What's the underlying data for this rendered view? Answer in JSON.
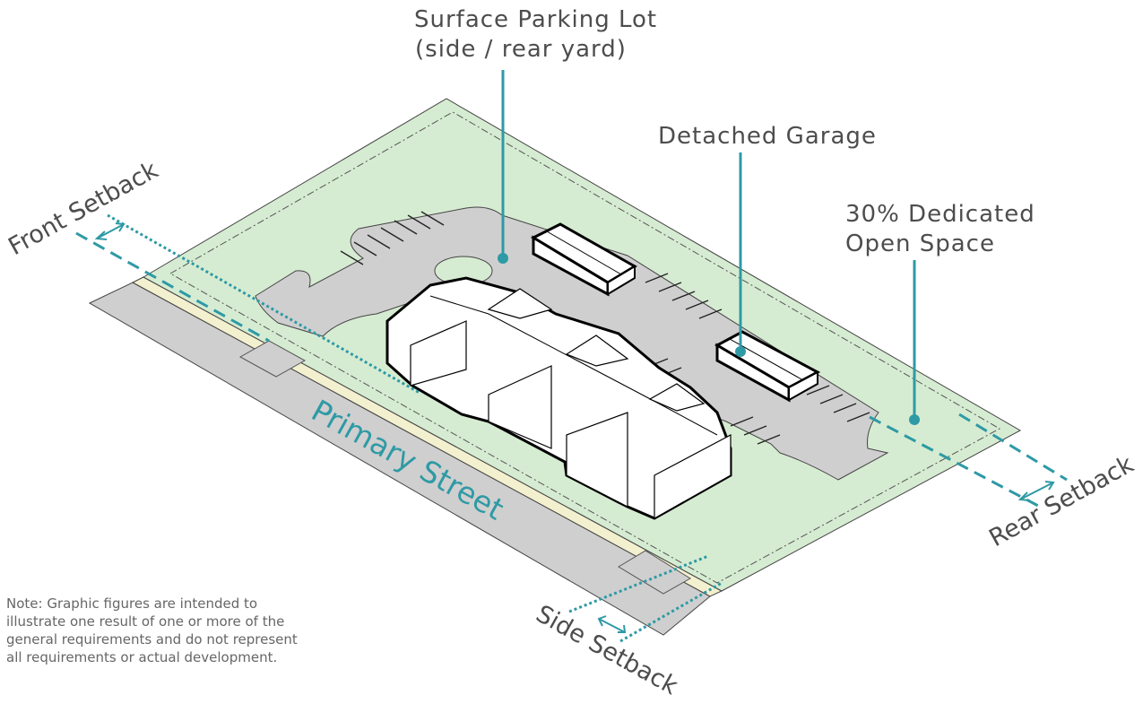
{
  "callouts": {
    "parking_line1": "Surface Parking Lot",
    "parking_line2": "(side / rear yard)",
    "garage": "Detached Garage",
    "open_space_line1": "30% Dedicated",
    "open_space_line2": "Open Space"
  },
  "setbacks": {
    "front": "Front Setback",
    "rear": "Rear Setback",
    "side": "Side Setback"
  },
  "street": {
    "name": "Primary Street"
  },
  "note": "Note: Graphic figures are intended to illustrate one result of one or more of the general requirements and do not represent all requirements or actual development.",
  "colors": {
    "accent": "#2e9aa5",
    "lawn": "#d6ecd2",
    "pavement": "#cfcfcf",
    "sidewalk": "#f3f0cf",
    "text": "#4d4d4d"
  }
}
